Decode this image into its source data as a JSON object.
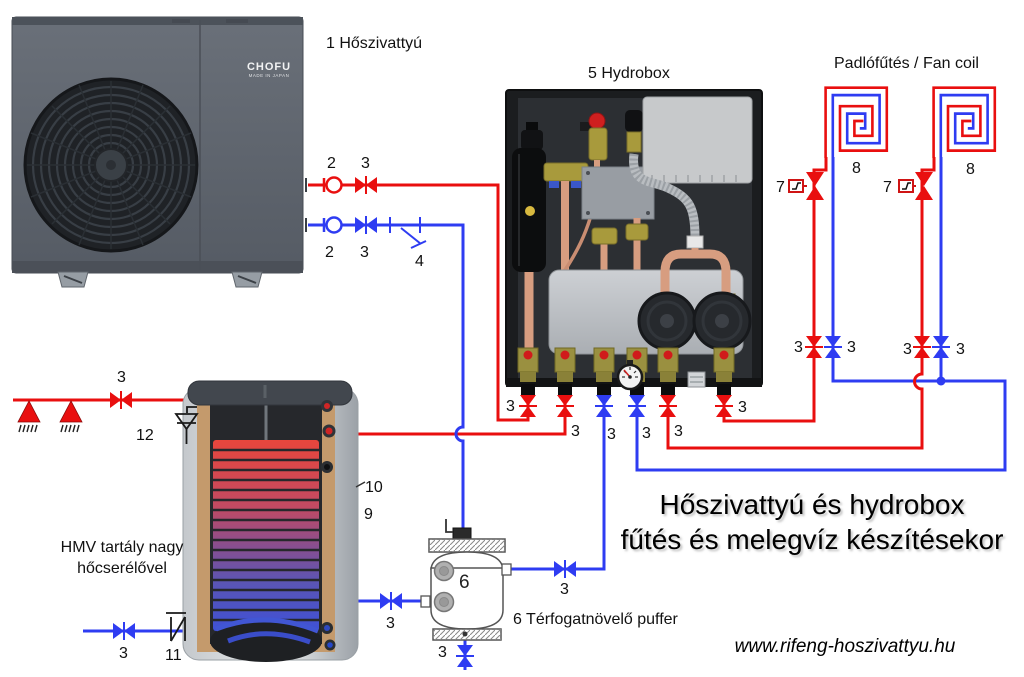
{
  "title": {
    "line1": "Hőszivattyú és hydrobox",
    "line2": "fűtés és melegvíz készítésekor"
  },
  "website": "www.rifeng-hoszivattyu.hu",
  "captions": {
    "heat_pump": "1 Hőszivattyú",
    "hydrobox": "5 Hydrobox",
    "floor_heating": "Padlófűtés / Fan coil",
    "tank_line1": "HMV tartály nagy",
    "tank_line2": "hőcserélővel",
    "buffer": "6 Térfogatnövelő puffer"
  },
  "brand": {
    "logo": "CHOFU",
    "sub": "MADE IN JAPAN"
  },
  "colors": {
    "pipe_red": "#e90f0f",
    "pipe_blue": "#2e3cf2"
  },
  "marks": {
    "m1": "2",
    "m2": "3",
    "m3": "2",
    "m4": "3",
    "m5": "4",
    "m6": "3",
    "m7": "12",
    "m8": "10",
    "m9": "9",
    "m10": "3",
    "m11": "3",
    "m12": "3",
    "m13": "3",
    "m14": "3",
    "m15": "3",
    "m16": "3",
    "m17": "3",
    "m18": "3",
    "m19": "3",
    "m20": "7",
    "m21": "7",
    "m22": "8",
    "m23": "8",
    "m24": "3",
    "m25": "3",
    "m26": "3",
    "m27": "3",
    "m28": "11",
    "m29": "6"
  }
}
